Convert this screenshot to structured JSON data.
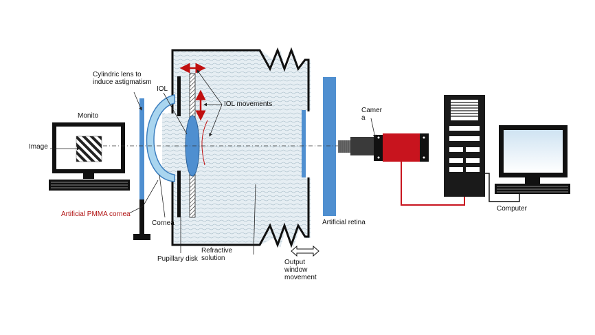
{
  "colors": {
    "water": "#e6eef3",
    "water_wave": "#9fb6c3",
    "lens_blue": "#4f8fd0",
    "cornea_blue": "#a9d5ef",
    "cornea_edge": "#3d7fbf",
    "arrow_red": "#c01010",
    "camera_red": "#c8141e",
    "cable_red": "#c8141e",
    "label_red": "#b01010",
    "dark": "#222222"
  },
  "icons": [
    "monitor-icon",
    "camera-icon",
    "computer-tower-icon"
  ],
  "labels": {
    "cylindric_lens": "Cylindric lens to induce astigmatism",
    "monitor": "Monito r",
    "image": "Image",
    "artificial_cornea": "Artificial PMMA cornea",
    "cornea": "Cornea",
    "iol": "IOL",
    "iol_movements": "IOL movements",
    "pupillary_disk": "Pupillary disk",
    "refractive_solution": "Refractive solution",
    "output_window": "Output window movement",
    "artificial_retina": "Artificial retina",
    "camera": "Camer a",
    "computer": "Computer"
  }
}
